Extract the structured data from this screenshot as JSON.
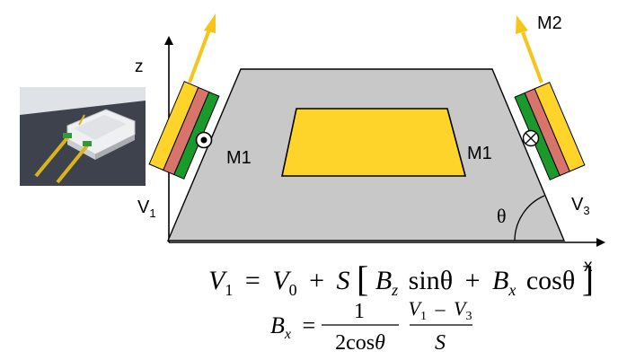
{
  "axes": {
    "z_label": "z",
    "x_label": "x"
  },
  "labels": {
    "m2": "M2",
    "m1_left": "M1",
    "m1_right": "M1",
    "theta": "θ",
    "v1_main": "V",
    "v1_sub": "1",
    "v3_main": "V",
    "v3_sub": "3"
  },
  "symbols": {
    "dot": "out-of-page-dot-icon",
    "cross": "into-page-cross-icon"
  },
  "equation1": {
    "v1": "V",
    "v1_sub": "1",
    "eq": "=",
    "v0": "V",
    "v0_sub": "0",
    "plus": "+",
    "s": "S",
    "lbracket": "[",
    "bz": "B",
    "bz_sub": "z",
    "sin": "sin",
    "theta1": "θ",
    "plus2": "+",
    "bx": "B",
    "bx_sub": "x",
    "cos": "cos",
    "theta2": "θ",
    "rbracket": "]"
  },
  "equation2": {
    "bx": "B",
    "bx_sub": "x",
    "eq": "=",
    "num1": "1",
    "den1": "2cos",
    "den1_theta": "θ",
    "num2_v1": "V",
    "num2_v1_sub": "1",
    "num2_minus": "–",
    "num2_v3": "V",
    "num2_v3_sub": "3",
    "den2": "S"
  },
  "colors": {
    "plate": "#c8c8c8",
    "pad": "#ffd42a",
    "arrow": "#f5c518",
    "stripe_yellow": "#ffd42a",
    "stripe_red": "#d9746a",
    "stripe_green": "#1a9a2a"
  }
}
